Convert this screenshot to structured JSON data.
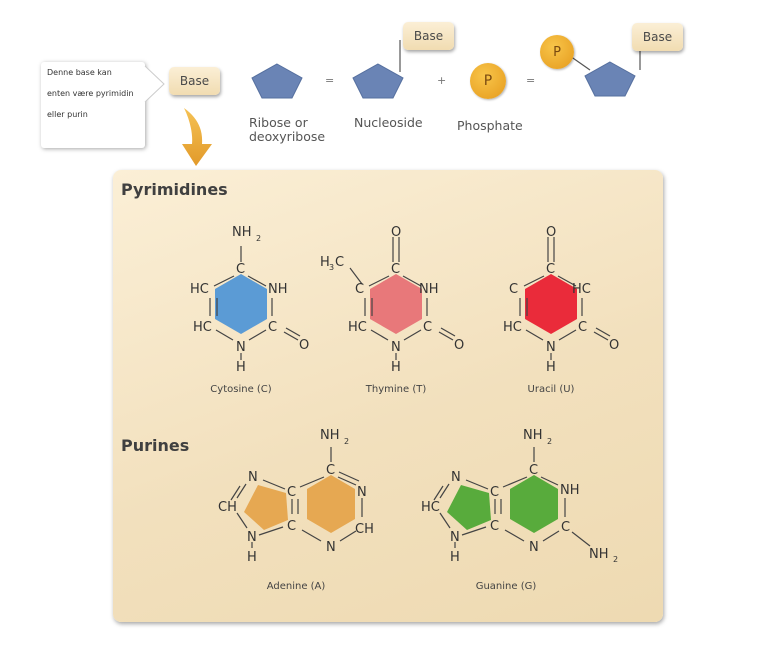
{
  "note": {
    "lines": [
      "Denne base kan",
      "enten være pyrimidin",
      "eller purin"
    ]
  },
  "top": {
    "base_tag": "Base",
    "ribose_label": [
      "Ribose or",
      "deoxyribose"
    ],
    "equals": "=",
    "nucleoside_label": "Nucleoside",
    "plus": "+",
    "phosphate_symbol": "P",
    "phosphate_label": "Phosphate",
    "result_tag": "Base"
  },
  "pyrimidines": {
    "title": "Pyrimidines",
    "items": [
      {
        "name": "Cytosine (C)",
        "color": "#5b9bd5"
      },
      {
        "name": "Thymine (T)",
        "color": "#e8787a"
      },
      {
        "name": "Uracil (U)",
        "color": "#ea2b3a"
      }
    ]
  },
  "purines": {
    "title": "Purines",
    "items": [
      {
        "name": "Adenine (A)",
        "color": "#e6a852"
      },
      {
        "name": "Guanine (G)",
        "color": "#58ab3c"
      }
    ]
  },
  "atoms": {
    "c": "C",
    "n": "N",
    "o": "O",
    "h": "H",
    "hc": "HC",
    "nh": "NH",
    "ch": "CH",
    "nh2": "NH",
    "sub2": "2",
    "h3c": "H",
    "sub3": "3",
    "c_tail": "C"
  }
}
